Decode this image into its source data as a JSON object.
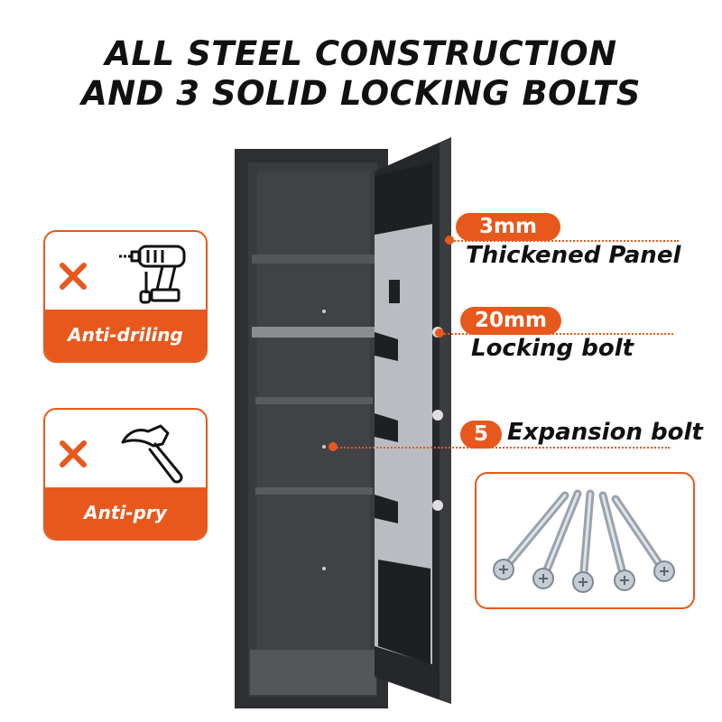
{
  "headline": {
    "line1": "ALL STEEL CONSTRUCTION",
    "line2": "AND 3 SOLID LOCKING BOLTS"
  },
  "features": [
    {
      "label": "Anti-driling",
      "icon": "drill-icon",
      "status_icon": "x-mark-icon"
    },
    {
      "label": "Anti-pry",
      "icon": "hammer-icon",
      "status_icon": "x-mark-icon"
    }
  ],
  "specs": [
    {
      "value": "3mm",
      "label": "Thickened Panel"
    },
    {
      "value": "20mm",
      "label": "Locking bolt"
    },
    {
      "value": "5",
      "label": "Expansion bolt"
    }
  ],
  "product_image": "gun-safe-open-door",
  "accessory_image": "expansion-bolts",
  "colors": {
    "accent": "#e8581c",
    "text": "#111111",
    "safe_body": "#2e2f33",
    "door_panel": "#b9bcc0"
  }
}
